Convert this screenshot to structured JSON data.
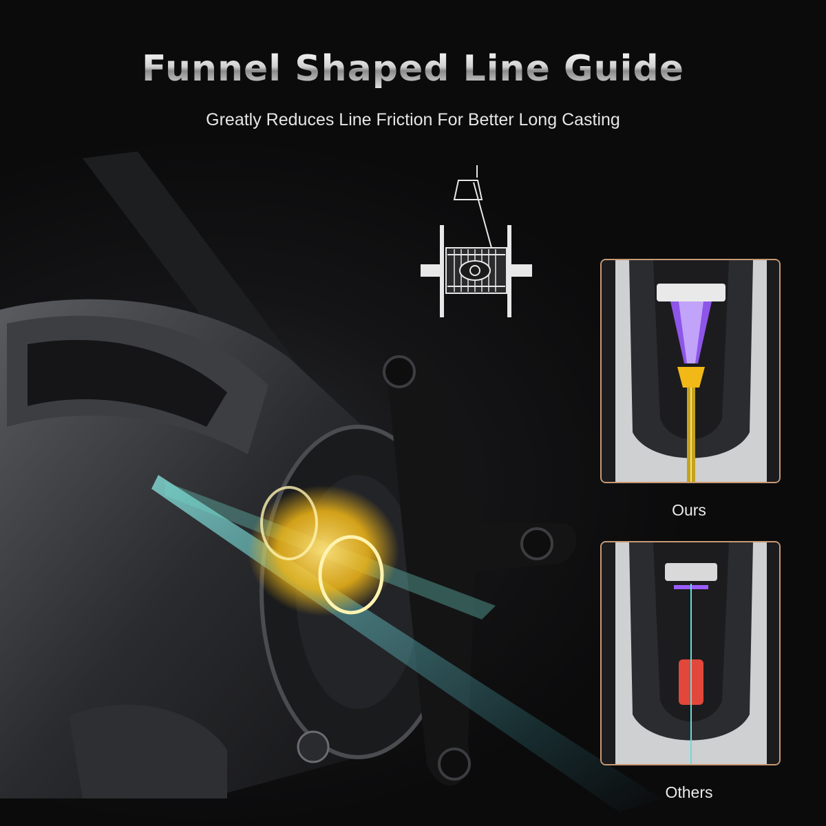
{
  "header": {
    "title": "Funnel Shaped Line Guide",
    "subtitle": "Greatly Reduces Line Friction For Better Long Casting"
  },
  "comparison": {
    "ours_label": "Ours",
    "others_label": "Others"
  },
  "colors": {
    "panel_border": "#c89a74",
    "funnel_gold": "#f2b818",
    "line_cyan": "#5fe0d8",
    "line_purple": "#9b5cff",
    "guide_red": "#e2473b"
  },
  "icons": [
    "spool-diagram-icon",
    "reel-illustration"
  ]
}
